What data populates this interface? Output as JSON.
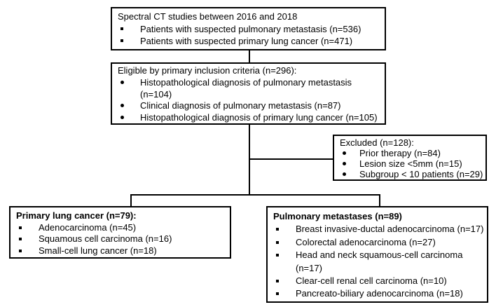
{
  "figure_title": "Spectral CT study inclusion flow diagram",
  "colors": {
    "border": "#000000",
    "text": "#000000",
    "background": "#ffffff"
  },
  "boxes": {
    "top": {
      "title": "Spectral CT studies between 2016 and 2018",
      "bullet": "square",
      "items": [
        "Patients with suspected pulmonary metastasis (n=536)",
        "Patients with suspected primary lung cancer (n=471)"
      ]
    },
    "eligible": {
      "title": "Eligible by primary inclusion criteria (n=296):",
      "bullet": "round",
      "items": [
        "Histopathological diagnosis of pulmonary metastasis (n=104)",
        "Clinical diagnosis of pulmonary metastasis (n=87)",
        "Histopathological diagnosis of primary lung cancer (n=105)"
      ]
    },
    "excluded": {
      "title": "Excluded (n=128):",
      "bullet": "round",
      "items": [
        "Prior therapy (n=84)",
        "Lesion size <5mm (n=15)",
        "Subgroup < 10 patients (n=29)"
      ]
    },
    "primary": {
      "title": "Primary lung cancer (n=79):",
      "bullet": "square",
      "items": [
        "Adenocarcinoma (n=45)",
        "Squamous cell carcinoma (n=16)",
        "Small-cell lung cancer (n=18)"
      ]
    },
    "metastases": {
      "title": "Pulmonary metastases (n=89)",
      "bullet": "square",
      "items": [
        "Breast invasive-ductal adenocarcinoma (n=17)",
        "Colorectal adenocarcinoma (n=27)",
        "Head and neck squamous-cell carcinoma (n=17)",
        "Clear-cell renal cell carcinoma (n=10)",
        "Pancreato-biliary adenocarcinoma (n=18)"
      ]
    }
  },
  "edges": [
    {
      "from": "top",
      "to": "eligible"
    },
    {
      "from": "eligible",
      "to": "excluded"
    },
    {
      "from": "eligible",
      "to": "primary"
    },
    {
      "from": "eligible",
      "to": "metastases"
    }
  ]
}
